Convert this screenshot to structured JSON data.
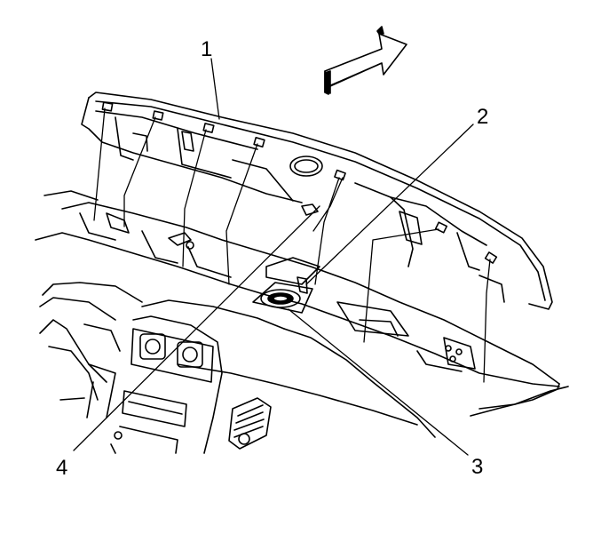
{
  "diagram": {
    "callouts": [
      {
        "id": "1",
        "label": "1"
      },
      {
        "id": "2",
        "label": "2"
      },
      {
        "id": "3",
        "label": "3"
      },
      {
        "id": "4",
        "label": "4"
      }
    ],
    "colors": {
      "ink": "#000000",
      "paper": "#ffffff"
    },
    "icons": [
      "direction-arrow-icon"
    ]
  }
}
